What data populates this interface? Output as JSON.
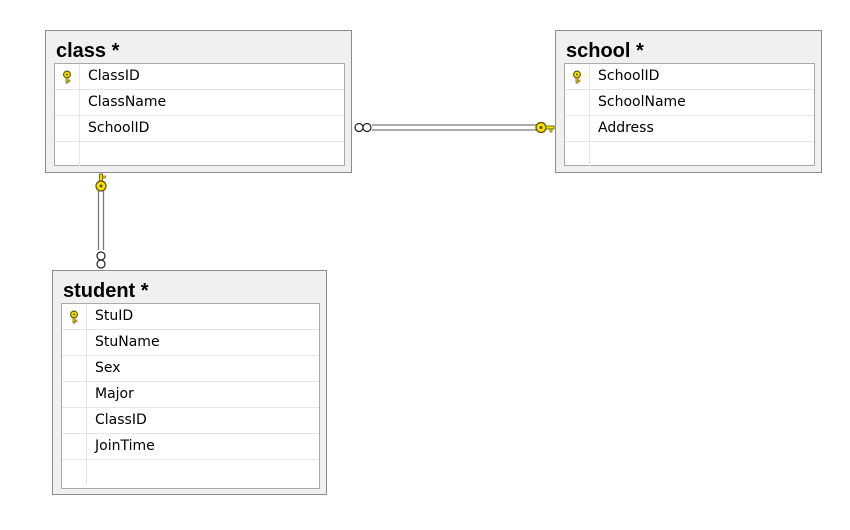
{
  "tables": {
    "class": {
      "title": "class *",
      "columns": [
        {
          "name": "ClassID",
          "primary_key": true
        },
        {
          "name": "ClassName",
          "primary_key": false
        },
        {
          "name": "SchoolID",
          "primary_key": false
        }
      ]
    },
    "school": {
      "title": "school *",
      "columns": [
        {
          "name": "SchoolID",
          "primary_key": true
        },
        {
          "name": "SchoolName",
          "primary_key": false
        },
        {
          "name": "Address",
          "primary_key": false
        }
      ]
    },
    "student": {
      "title": "student *",
      "columns": [
        {
          "name": "StuID",
          "primary_key": true
        },
        {
          "name": "StuName",
          "primary_key": false
        },
        {
          "name": "Sex",
          "primary_key": false
        },
        {
          "name": "Major",
          "primary_key": false
        },
        {
          "name": "ClassID",
          "primary_key": false
        },
        {
          "name": "JoinTime",
          "primary_key": false
        }
      ]
    }
  },
  "relationships": [
    {
      "from": "class",
      "to": "school",
      "from_end": "many",
      "to_end": "one"
    },
    {
      "from": "student",
      "to": "class",
      "from_end": "many",
      "to_end": "one"
    }
  ],
  "icons": {
    "key": "key-icon",
    "many_end": "infinity-icon"
  },
  "colors": {
    "key_fill": "#f5e100",
    "key_stroke": "#5a5000",
    "connector": "#7a7a7a",
    "table_bg": "#f0f0f0",
    "grid_bg": "#ffffff"
  }
}
